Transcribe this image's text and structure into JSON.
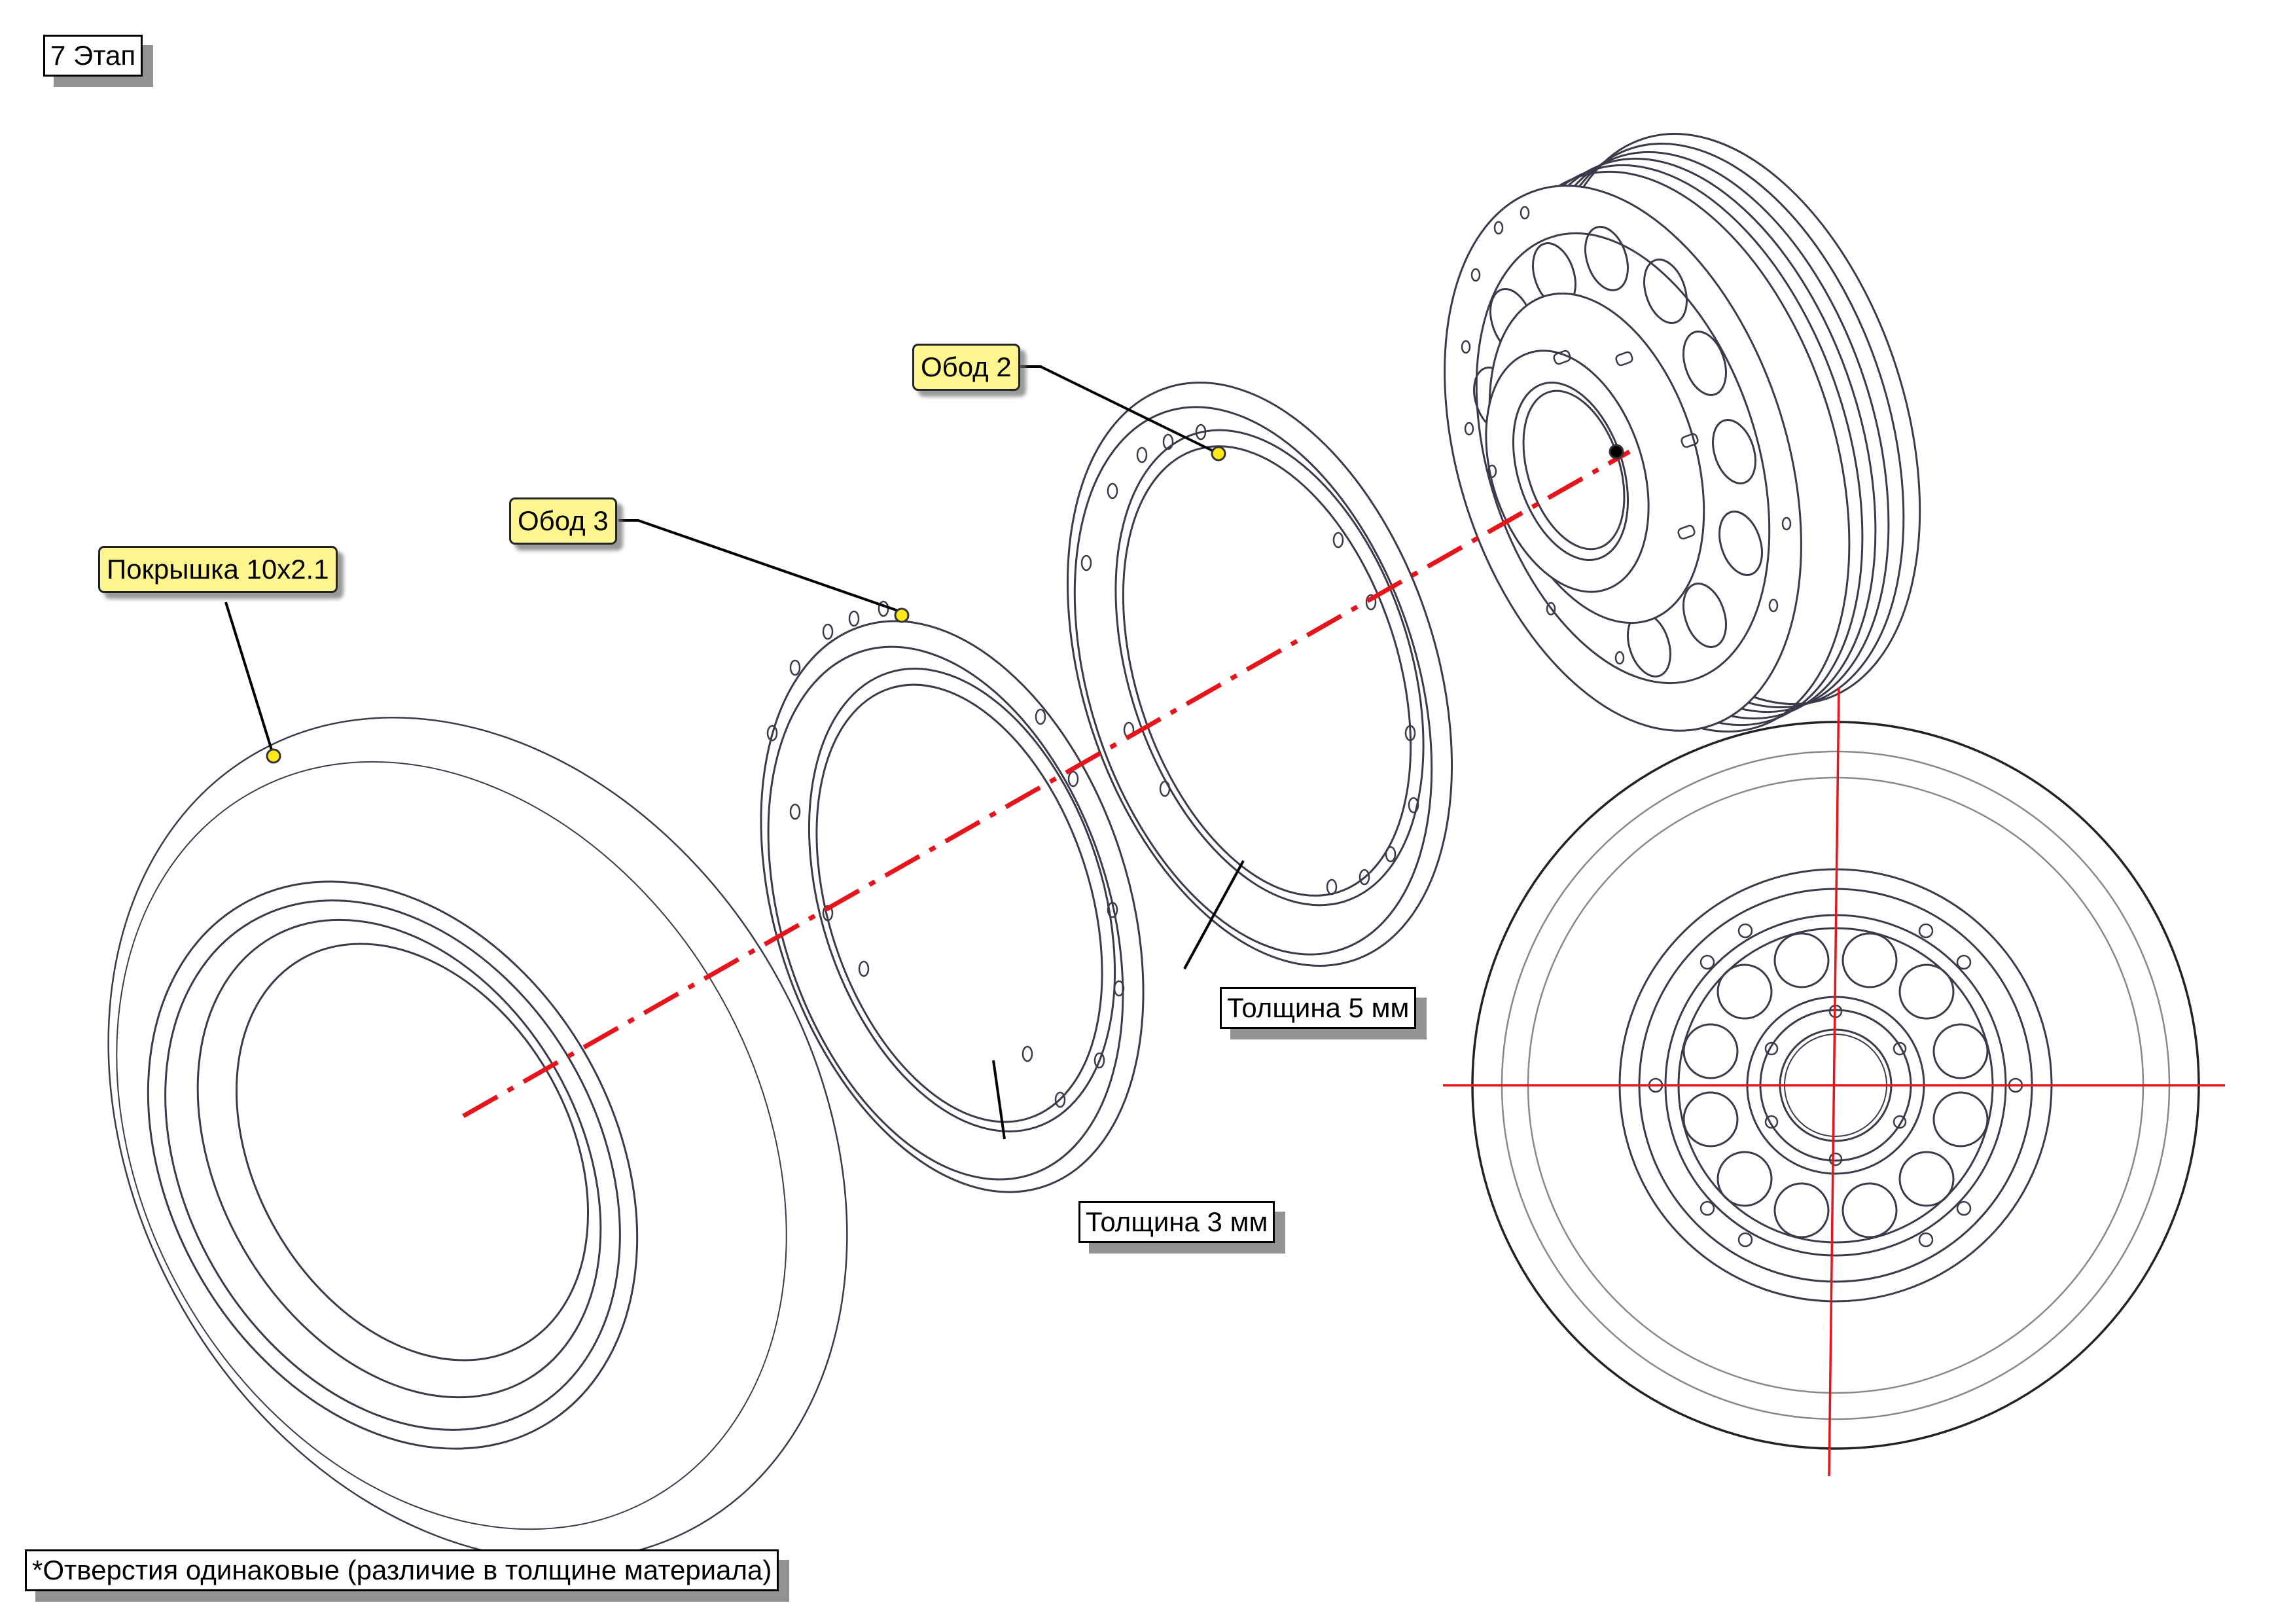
{
  "stage_label": "7 Этап",
  "callouts": {
    "tire": "Покрышка 10x2.1",
    "rim3": "Обод 3",
    "rim2": "Обод 2"
  },
  "thickness": {
    "thick5": "Толщина 5 мм",
    "thick3": "Толщина 3 мм"
  },
  "footnote": "*Отверстия одинаковые (различие в толщине материала)",
  "colors": {
    "axis": "#e8141c",
    "callout_fill": "#fff68f",
    "callout_dot": "#ffe81a",
    "line": "#3a3a4a"
  }
}
